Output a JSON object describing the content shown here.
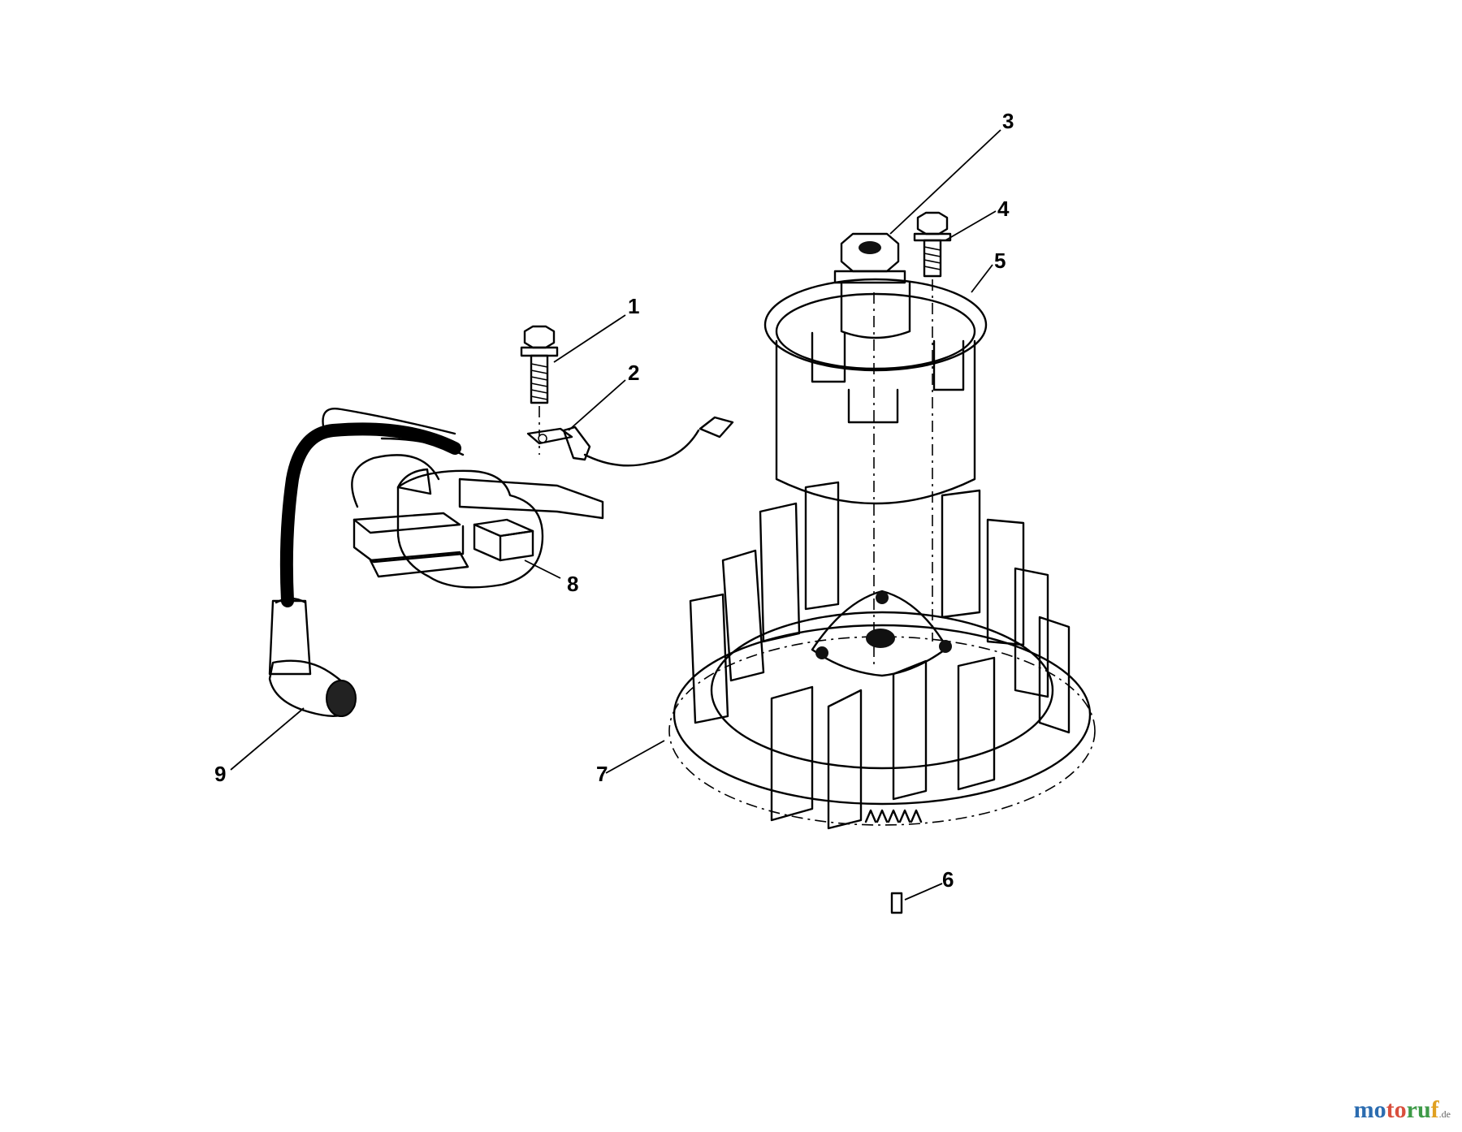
{
  "callouts": {
    "c1": "1",
    "c2": "2",
    "c3": "3",
    "c4": "4",
    "c5": "5",
    "c6": "6",
    "c7": "7",
    "c8": "8",
    "c9": "9"
  },
  "watermark": {
    "p1": "mo",
    "p2": "to",
    "p3": "ru",
    "p4": "f",
    "suffix": ".de"
  },
  "colors": {
    "ink": "#000000",
    "background": "#ffffff"
  }
}
